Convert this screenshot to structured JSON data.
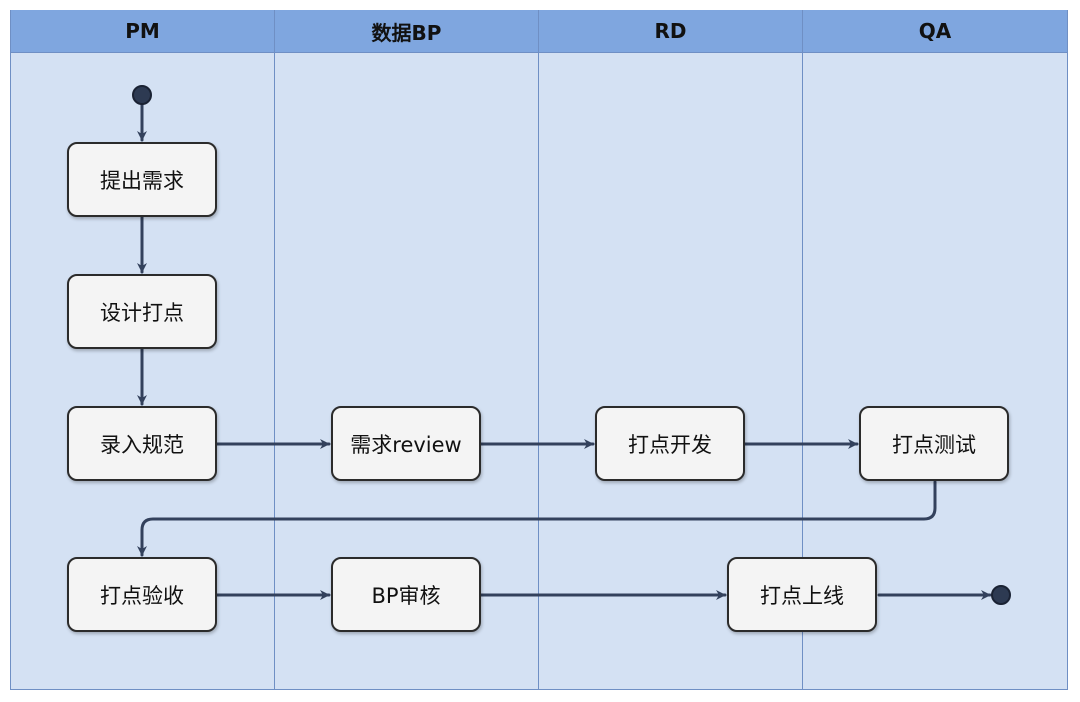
{
  "lanes": [
    {
      "id": "pm",
      "label": "PM"
    },
    {
      "id": "data_bp",
      "label": "数据BP"
    },
    {
      "id": "rd",
      "label": "RD"
    },
    {
      "id": "qa",
      "label": "QA"
    }
  ],
  "nodes": {
    "submit_requirement": "提出需求",
    "design_tracking": "设计打点",
    "enter_spec": "录入规范",
    "requirement_review": "需求review",
    "tracking_dev": "打点开发",
    "tracking_test": "打点测试",
    "tracking_acceptance": "打点验收",
    "bp_audit": "BP审核",
    "tracking_launch": "打点上线"
  },
  "colors": {
    "lane_header": "#7fa6df",
    "lane_body": "#d4e1f3",
    "lane_border": "#6f8fc4",
    "node_fill": "#f4f4f4",
    "edge": "#33415c",
    "terminal": "#2d3a52"
  }
}
